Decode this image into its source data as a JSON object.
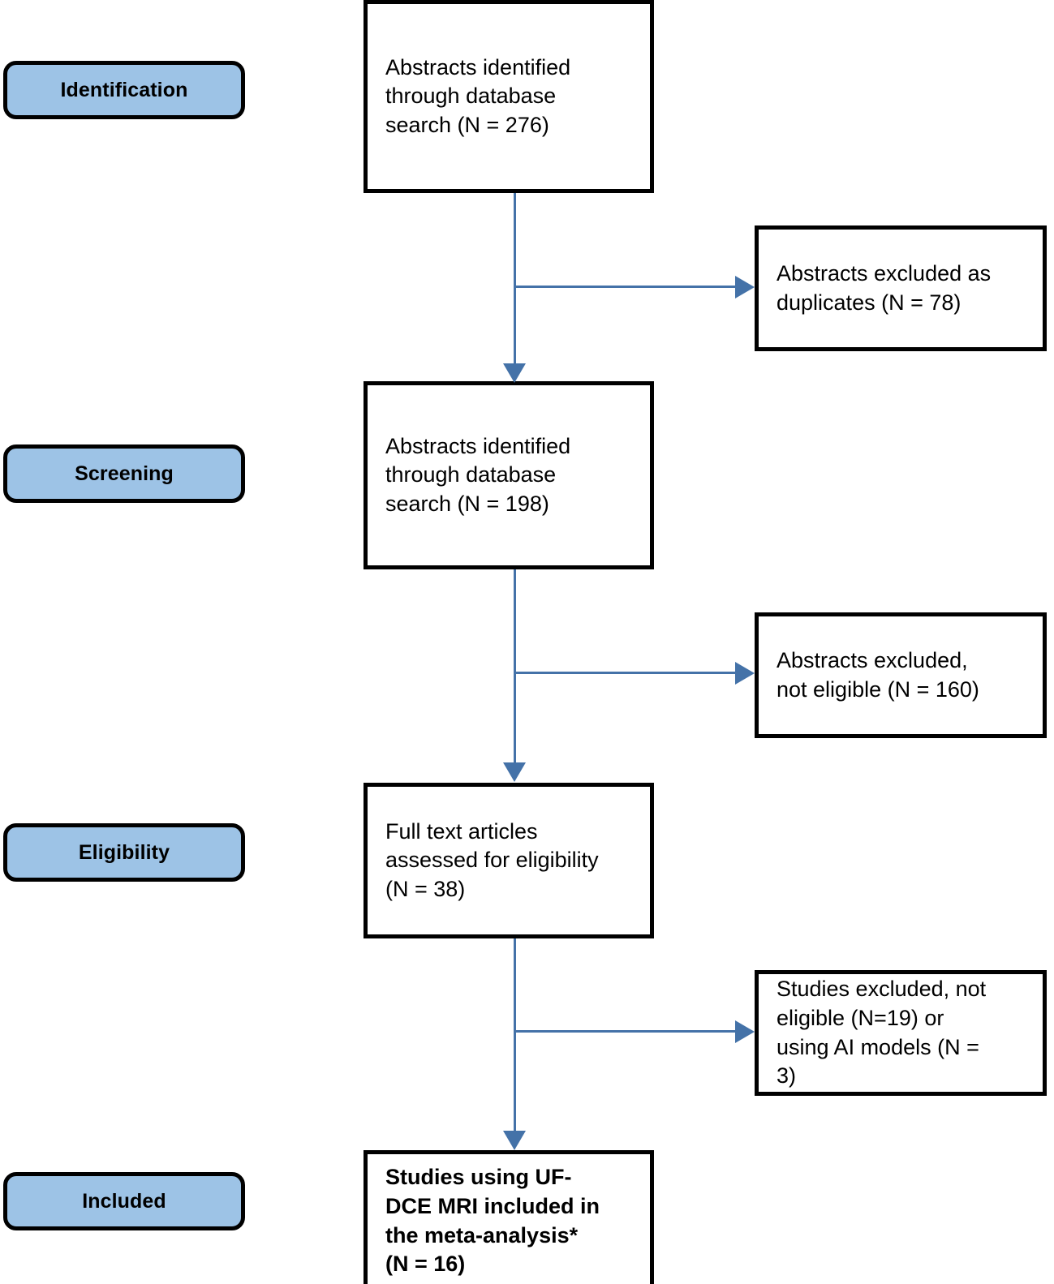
{
  "diagram": {
    "title": "PRISMA study selection flow diagram",
    "colors": {
      "stage_fill": "#9DC3E6",
      "box_border": "#000000",
      "connector": "#4472A8",
      "background": "#FFFFFF"
    }
  },
  "stages": [
    {
      "id": "identification",
      "label": "Identification"
    },
    {
      "id": "screening",
      "label": "Screening"
    },
    {
      "id": "eligibility",
      "label": "Eligibility"
    },
    {
      "id": "included",
      "label": "Included"
    }
  ],
  "flow_boxes": [
    {
      "id": "identified-276",
      "stage": "identification",
      "text": "Abstracts identified\nthrough database\nsearch (N = 276)",
      "count": 276,
      "bold": false
    },
    {
      "id": "identified-198",
      "stage": "screening",
      "text": "Abstracts identified\nthrough database\nsearch (N = 198)",
      "count": 198,
      "bold": false
    },
    {
      "id": "fulltext-38",
      "stage": "eligibility",
      "text": "Full text articles\nassessed for eligibility\n(N = 38)",
      "count": 38,
      "bold": false
    },
    {
      "id": "included-16",
      "stage": "included",
      "text": "Studies using UF-\nDCE MRI included in\nthe meta-analysis*\n(N = 16)",
      "count": 16,
      "bold": true
    }
  ],
  "exclusion_boxes": [
    {
      "id": "excluded-duplicates",
      "text": "Abstracts excluded as\nduplicates (N = 78)",
      "count": 78
    },
    {
      "id": "excluded-not-eligible",
      "text": "Abstracts excluded,\nnot eligible (N = 160)",
      "count": 160
    },
    {
      "id": "excluded-studies",
      "text": "Studies excluded, not\neligible (N=19) or\nusing AI models (N =\n3)",
      "count_not_eligible": 19,
      "count_ai_models": 3
    }
  ]
}
